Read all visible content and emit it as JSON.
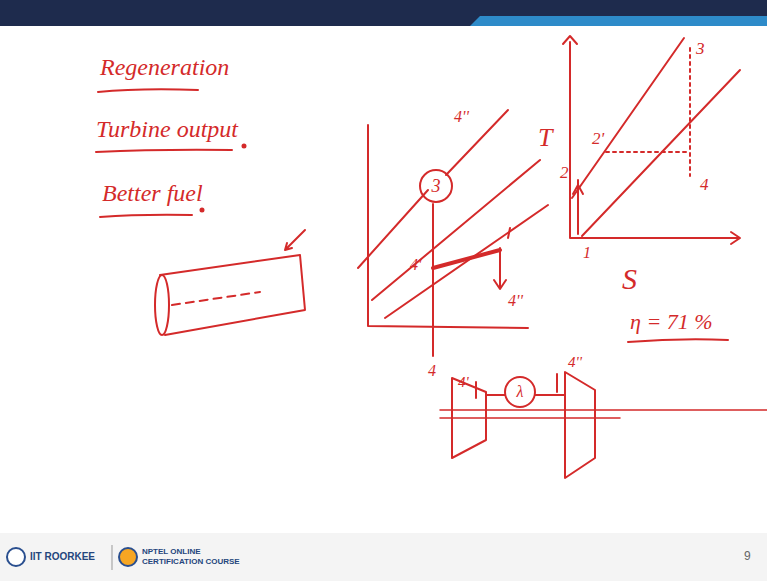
{
  "diagram": {
    "nodes": [
      {
        "text": [
          "3"
        ]
      },
      {
        "text": [
          "λ"
        ]
      }
    ],
    "labels": [
      "Regeneration",
      "Turbine output",
      "Better fuel",
      "4''",
      "4'",
      "4''",
      "4",
      "T",
      "S",
      "1",
      "2",
      "2'",
      "3",
      "4",
      "η = 71 %",
      "4'",
      "4''",
      "IIT ROORKEE",
      "NPTEL ONLINE CERTIFICATION COURSE",
      "9"
    ]
  }
}
